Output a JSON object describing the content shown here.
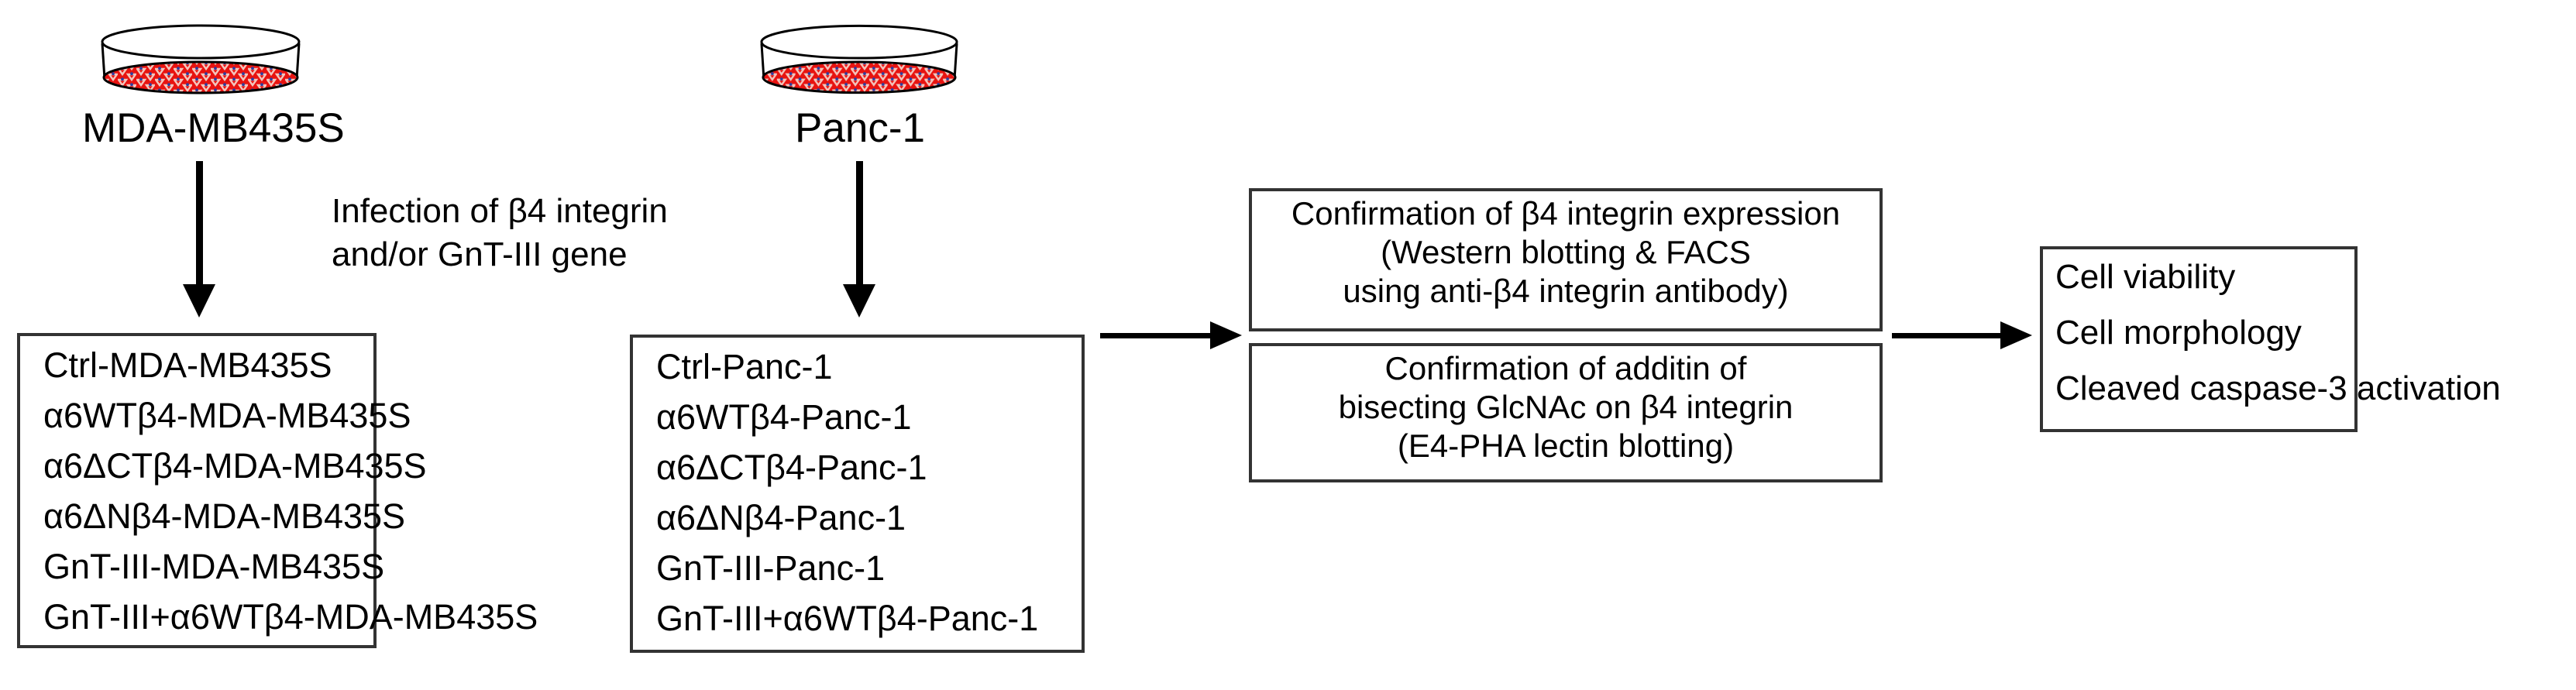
{
  "diagram_title": "Experimental workflow of beta4 integrin / GnT-III infection study",
  "dishes": {
    "dish1": {
      "label": "MDA-MB435S"
    },
    "dish2": {
      "label": "Panc-1"
    }
  },
  "infection_note": {
    "line1": "Infection of β4 integrin",
    "line2": "and/or GnT-III gene"
  },
  "boxes": {
    "mda": {
      "items": [
        "Ctrl-MDA-MB435S",
        "α6WTβ4-MDA-MB435S",
        "α6ΔCTβ4-MDA-MB435S",
        "α6ΔNβ4-MDA-MB435S",
        "GnT-III-MDA-MB435S",
        "GnT-III+α6WTβ4-MDA-MB435S"
      ]
    },
    "panc": {
      "items": [
        "Ctrl-Panc-1",
        "α6WTβ4-Panc-1",
        "α6ΔCTβ4-Panc-1",
        "α6ΔNβ4-Panc-1",
        "GnT-III-Panc-1",
        "GnT-III+α6WTβ4-Panc-1"
      ]
    },
    "confirm1": {
      "line1": "Confirmation of β4 integrin expression",
      "line2": "(Western blotting & FACS",
      "line3": "using anti-β4 integrin antibody)"
    },
    "confirm2": {
      "line1": "Confirmation of additin of",
      "line2": "bisecting GlcNAc on β4 integrin",
      "line3": "(E4-PHA lectin blotting)"
    },
    "outcome": {
      "items": [
        "Cell viability",
        "Cell morphology",
        "Cleaved caspase-3 activation"
      ]
    }
  },
  "colors": {
    "medium_red": "#e81310",
    "cell_pink": "#f3c6bd",
    "cell_dot_blue": "#2c3da0",
    "box_border": "#333333",
    "arrow_black": "#000000",
    "page_bg": "#ffffff"
  }
}
